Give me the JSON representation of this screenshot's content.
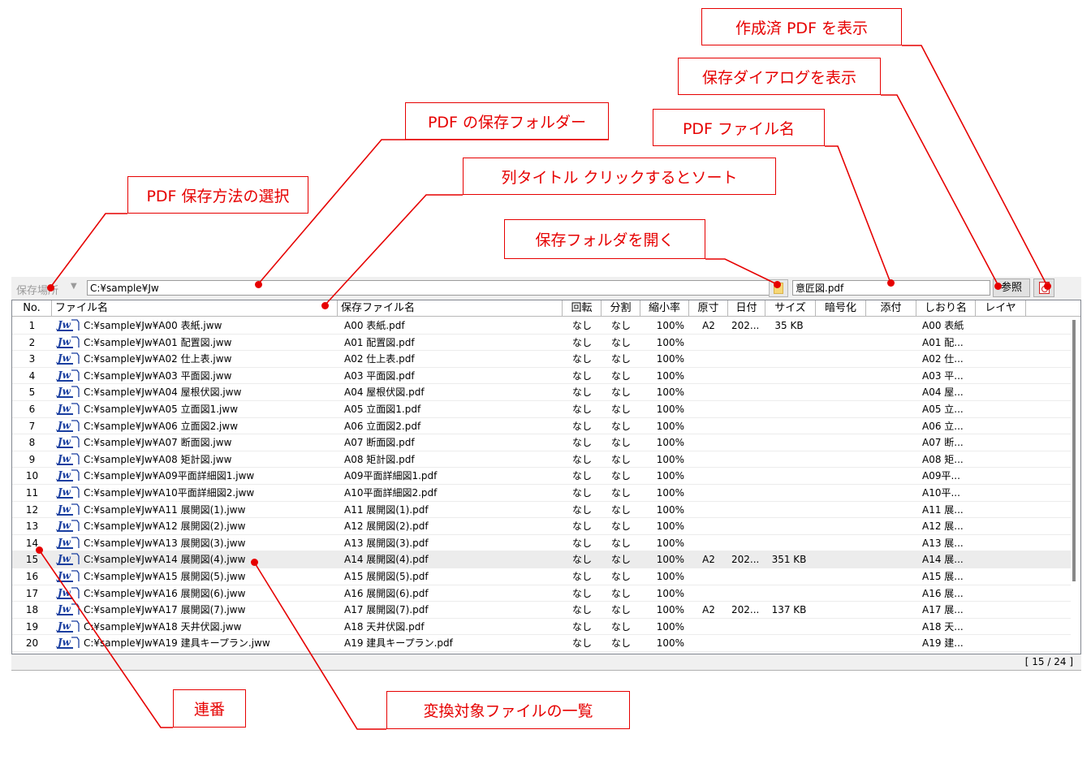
{
  "callouts": {
    "created_pdf": "作成済 PDF を表示",
    "save_dialog": "保存ダイアログを表示",
    "pdf_folder": "PDF の保存フォルダー",
    "pdf_filename": "PDF ファイル名",
    "save_method": "PDF 保存方法の選択",
    "column_title": "列タイトル クリックするとソート",
    "open_folder": "保存フォルダを開く",
    "serial": "連番",
    "file_list": "変換対象ファイルの一覧"
  },
  "toolbar": {
    "save_location": "保存場所",
    "folder_path": "C:¥sample¥Jw",
    "file_name": "意匠図.pdf",
    "browse_label": "参照"
  },
  "columns": [
    "No.",
    "ファイル名",
    "保存ファイル名",
    "回転",
    "分割",
    "縮小率",
    "原寸",
    "日付",
    "サイズ",
    "暗号化",
    "添付",
    "しおり名",
    "レイヤ"
  ],
  "rows": [
    {
      "no": "1",
      "file": "C:¥sample¥Jw¥A00 表紙.jww",
      "save": "A00 表紙.pdf",
      "rot": "なし",
      "split": "なし",
      "scale": "100%",
      "size": "A2",
      "date": "202...",
      "fsize": "35 KB",
      "bookmark": "A00 表紙"
    },
    {
      "no": "2",
      "file": "C:¥sample¥Jw¥A01 配置図.jww",
      "save": "A01 配置図.pdf",
      "rot": "なし",
      "split": "なし",
      "scale": "100%",
      "size": "",
      "date": "",
      "fsize": "",
      "bookmark": "A01 配..."
    },
    {
      "no": "3",
      "file": "C:¥sample¥Jw¥A02 仕上表.jww",
      "save": "A02 仕上表.pdf",
      "rot": "なし",
      "split": "なし",
      "scale": "100%",
      "size": "",
      "date": "",
      "fsize": "",
      "bookmark": "A02 仕..."
    },
    {
      "no": "4",
      "file": "C:¥sample¥Jw¥A03 平面図.jww",
      "save": "A03 平面図.pdf",
      "rot": "なし",
      "split": "なし",
      "scale": "100%",
      "size": "",
      "date": "",
      "fsize": "",
      "bookmark": "A03 平..."
    },
    {
      "no": "5",
      "file": "C:¥sample¥Jw¥A04 屋根伏図.jww",
      "save": "A04 屋根伏図.pdf",
      "rot": "なし",
      "split": "なし",
      "scale": "100%",
      "size": "",
      "date": "",
      "fsize": "",
      "bookmark": "A04 屋..."
    },
    {
      "no": "6",
      "file": "C:¥sample¥Jw¥A05 立面図1.jww",
      "save": "A05 立面図1.pdf",
      "rot": "なし",
      "split": "なし",
      "scale": "100%",
      "size": "",
      "date": "",
      "fsize": "",
      "bookmark": "A05 立..."
    },
    {
      "no": "7",
      "file": "C:¥sample¥Jw¥A06 立面図2.jww",
      "save": "A06 立面図2.pdf",
      "rot": "なし",
      "split": "なし",
      "scale": "100%",
      "size": "",
      "date": "",
      "fsize": "",
      "bookmark": "A06 立..."
    },
    {
      "no": "8",
      "file": "C:¥sample¥Jw¥A07 断面図.jww",
      "save": "A07 断面図.pdf",
      "rot": "なし",
      "split": "なし",
      "scale": "100%",
      "size": "",
      "date": "",
      "fsize": "",
      "bookmark": "A07 断..."
    },
    {
      "no": "9",
      "file": "C:¥sample¥Jw¥A08 矩計図.jww",
      "save": "A08 矩計図.pdf",
      "rot": "なし",
      "split": "なし",
      "scale": "100%",
      "size": "",
      "date": "",
      "fsize": "",
      "bookmark": "A08 矩..."
    },
    {
      "no": "10",
      "file": "C:¥sample¥Jw¥A09平面詳細図1.jww",
      "save": "A09平面詳細図1.pdf",
      "rot": "なし",
      "split": "なし",
      "scale": "100%",
      "size": "",
      "date": "",
      "fsize": "",
      "bookmark": "A09平..."
    },
    {
      "no": "11",
      "file": "C:¥sample¥Jw¥A10平面詳細図2.jww",
      "save": "A10平面詳細図2.pdf",
      "rot": "なし",
      "split": "なし",
      "scale": "100%",
      "size": "",
      "date": "",
      "fsize": "",
      "bookmark": "A10平..."
    },
    {
      "no": "12",
      "file": "C:¥sample¥Jw¥A11 展開図(1).jww",
      "save": "A11 展開図(1).pdf",
      "rot": "なし",
      "split": "なし",
      "scale": "100%",
      "size": "",
      "date": "",
      "fsize": "",
      "bookmark": "A11 展..."
    },
    {
      "no": "13",
      "file": "C:¥sample¥Jw¥A12 展開図(2).jww",
      "save": "A12 展開図(2).pdf",
      "rot": "なし",
      "split": "なし",
      "scale": "100%",
      "size": "",
      "date": "",
      "fsize": "",
      "bookmark": "A12 展..."
    },
    {
      "no": "14",
      "file": "C:¥sample¥Jw¥A13 展開図(3).jww",
      "save": "A13 展開図(3).pdf",
      "rot": "なし",
      "split": "なし",
      "scale": "100%",
      "size": "",
      "date": "",
      "fsize": "",
      "bookmark": "A13 展..."
    },
    {
      "no": "15",
      "file": "C:¥sample¥Jw¥A14 展開図(4).jww",
      "save": "A14 展開図(4).pdf",
      "rot": "なし",
      "split": "なし",
      "scale": "100%",
      "size": "A2",
      "date": "202...",
      "fsize": "351 KB",
      "bookmark": "A14 展...",
      "selected": true
    },
    {
      "no": "16",
      "file": "C:¥sample¥Jw¥A15 展開図(5).jww",
      "save": "A15 展開図(5).pdf",
      "rot": "なし",
      "split": "なし",
      "scale": "100%",
      "size": "",
      "date": "",
      "fsize": "",
      "bookmark": "A15 展..."
    },
    {
      "no": "17",
      "file": "C:¥sample¥Jw¥A16 展開図(6).jww",
      "save": "A16 展開図(6).pdf",
      "rot": "なし",
      "split": "なし",
      "scale": "100%",
      "size": "",
      "date": "",
      "fsize": "",
      "bookmark": "A16 展..."
    },
    {
      "no": "18",
      "file": "C:¥sample¥Jw¥A17 展開図(7).jww",
      "save": "A17 展開図(7).pdf",
      "rot": "なし",
      "split": "なし",
      "scale": "100%",
      "size": "A2",
      "date": "202...",
      "fsize": "137 KB",
      "bookmark": "A17 展..."
    },
    {
      "no": "19",
      "file": "C:¥sample¥Jw¥A18 天井伏図.jww",
      "save": "A18 天井伏図.pdf",
      "rot": "なし",
      "split": "なし",
      "scale": "100%",
      "size": "",
      "date": "",
      "fsize": "",
      "bookmark": "A18 天..."
    },
    {
      "no": "20",
      "file": "C:¥sample¥Jw¥A19 建具キープラン.jww",
      "save": "A19 建具キープラン.pdf",
      "rot": "なし",
      "split": "なし",
      "scale": "100%",
      "size": "",
      "date": "",
      "fsize": "",
      "bookmark": "A19 建..."
    }
  ],
  "status": "[ 15 / 24 ]",
  "colors": {
    "callout": "#e60000",
    "selected_row": "#ececec",
    "jw_blue": "#1a3fa0"
  }
}
